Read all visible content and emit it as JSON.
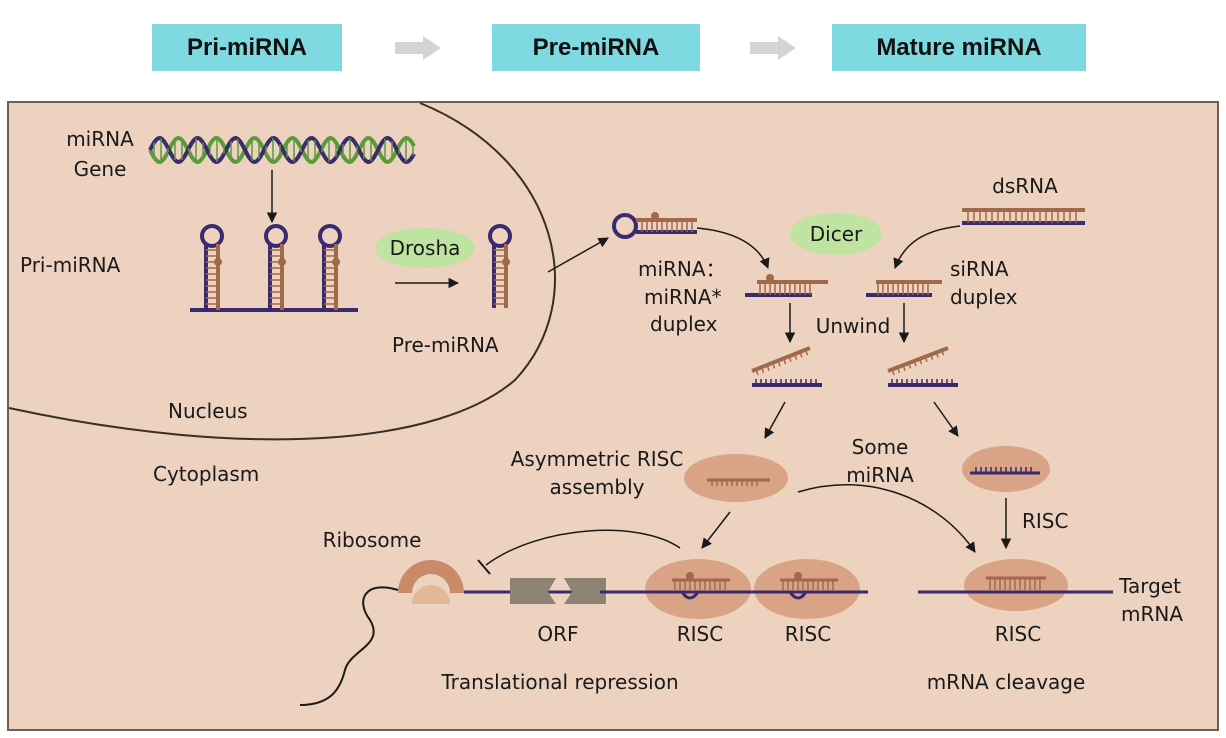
{
  "stages": [
    "Pri-miRNA",
    "Pre-miRNA",
    "Mature miRNA"
  ],
  "labels": {
    "mirna_gene_1": "miRNA",
    "mirna_gene_2": "Gene",
    "pri_mirna": "Pri-miRNA",
    "drosha": "Drosha",
    "pre_mirna": "Pre-miRNA",
    "nucleus": "Nucleus",
    "cytoplasm": "Cytoplasm",
    "dicer": "Dicer",
    "dsrna": "dsRNA",
    "duplex_1": "miRNA：",
    "duplex_2": "miRNA*",
    "duplex_3": "duplex",
    "sirna_1": "siRNA",
    "sirna_2": "duplex",
    "unwind": "Unwind",
    "asym_1": "Asymmetric RISC",
    "asym_2": "assembly",
    "some_1": "Some",
    "some_2": "miRNA",
    "risc_arrow": "RISC",
    "ribosome": "Ribosome",
    "orf": "ORF",
    "risc_1": "RISC",
    "risc_2": "RISC",
    "risc_3": "RISC",
    "target_1": "Target",
    "target_2": "mRNA",
    "translational_repression": "Translational repression",
    "mrna_cleavage": "mRNA cleavage"
  },
  "colors": {
    "stage_box": "#7fd9e0",
    "panel_bg": "#ecd2bf",
    "strand_purple": "#3b2a6e",
    "strand_brown": "#a0694a",
    "strand_green": "#5d9a3c",
    "drosha_oval": "#bfe3a0",
    "risc_oval": "#d9a386"
  }
}
